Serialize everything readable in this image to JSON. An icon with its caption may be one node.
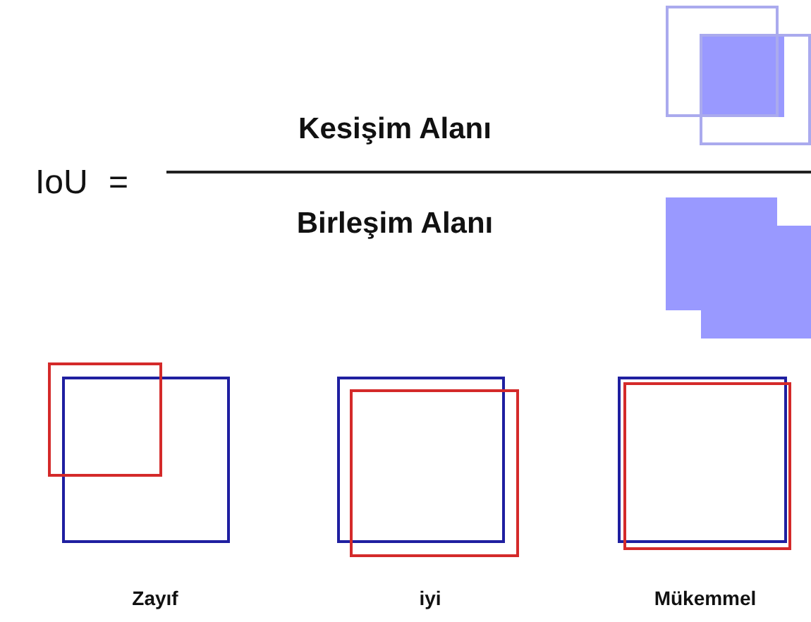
{
  "diagram": {
    "labels": [
      "IoU =",
      "Kesişim Alanı",
      "Birleşim Alanı",
      "Zayıf",
      "iyi",
      "Mükemmel"
    ]
  }
}
